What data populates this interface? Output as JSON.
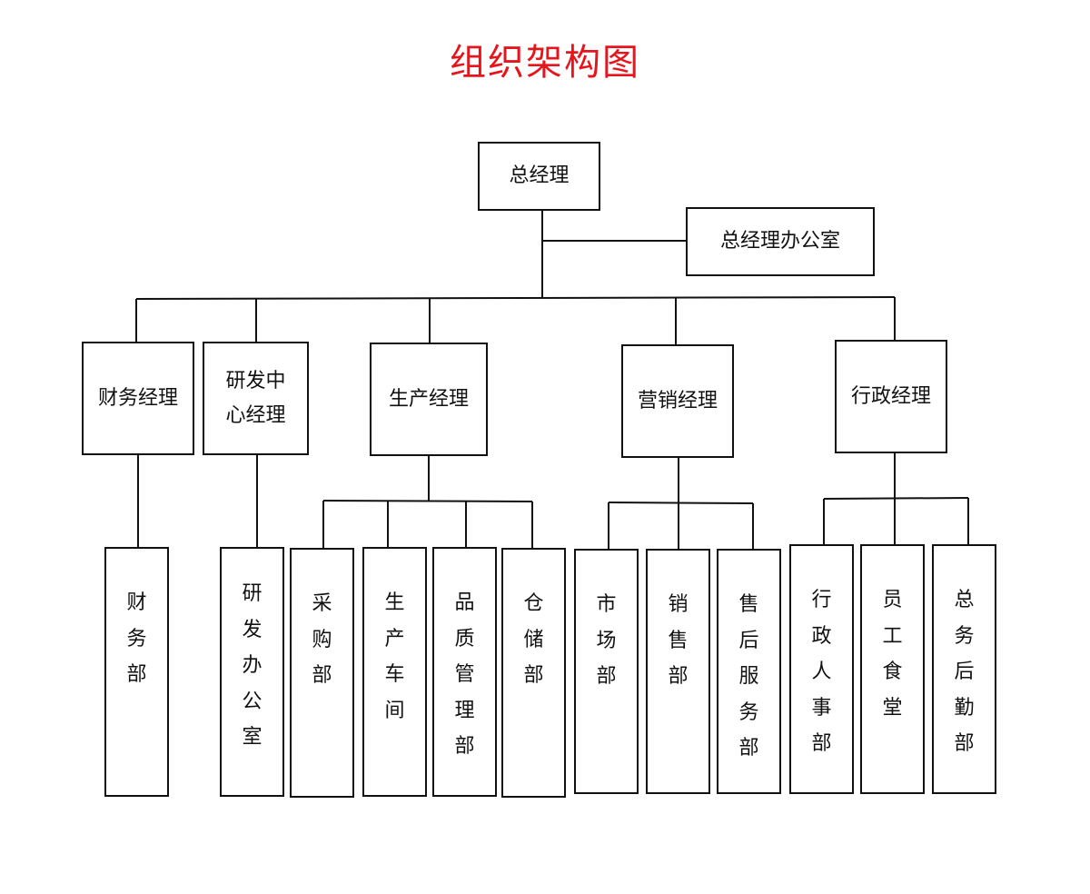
{
  "title": "组织架构图",
  "colors": {
    "title": "#e8141c",
    "line": "#111111"
  },
  "nodes": {
    "ceo": "总经理",
    "office": "总经理办公室",
    "finance_mgr": "财务经理",
    "rnd_mgr": "研发中心经理",
    "prod_mgr": "生产经理",
    "sales_mgr": "营销经理",
    "admin_mgr": "行政经理",
    "finance_dept": "财务部",
    "rnd_office": "研发办公室",
    "purchasing": "采购部",
    "workshop": "生产车间",
    "quality": "品质管理部",
    "warehouse": "仓储部",
    "market": "市场部",
    "sales_dept": "销售部",
    "after_sales": "售后服务部",
    "hr": "行政人事部",
    "canteen": "员工食堂",
    "logistics": "总务后勤部"
  }
}
